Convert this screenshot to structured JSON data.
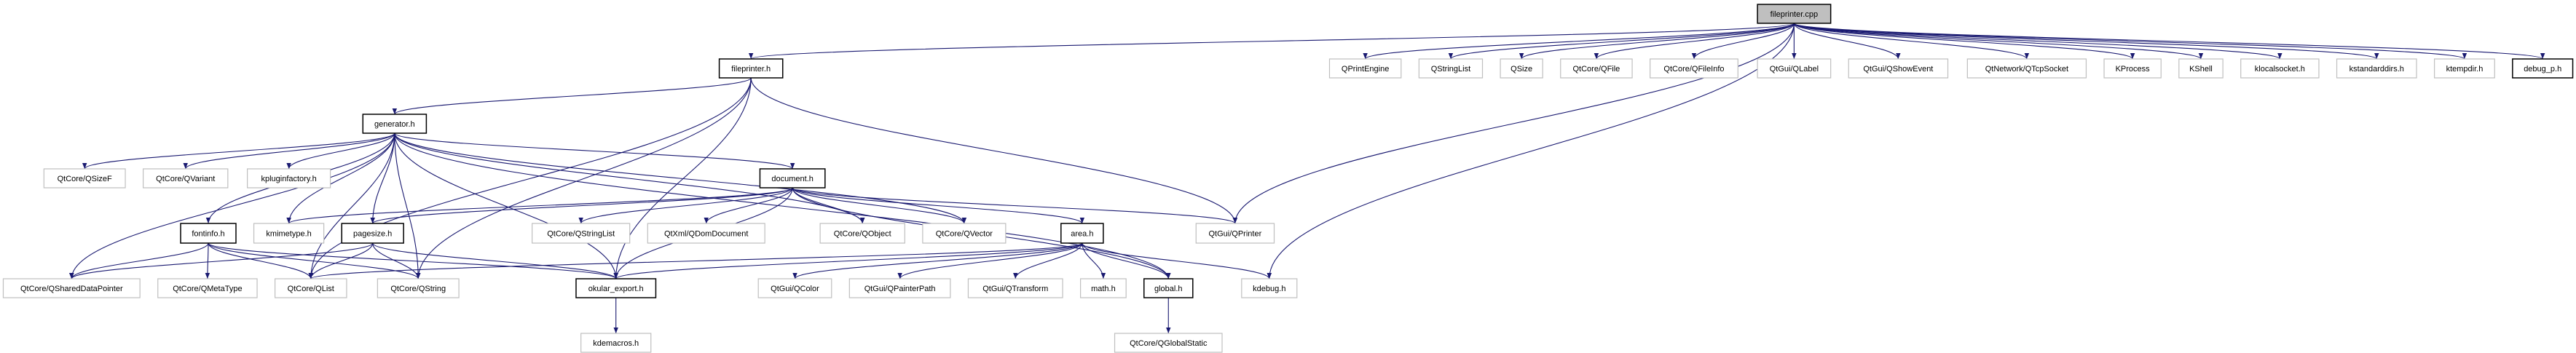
{
  "colors": {
    "edge": "#191970",
    "documented_border": "#000000",
    "external_border": "#bfbfbf",
    "root_fill": "#bfbfbf"
  },
  "nodes": [
    {
      "id": "fileprinter.cpp",
      "label": "fileprinter.cpp",
      "kind": "root"
    },
    {
      "id": "fileprinter.h",
      "label": "fileprinter.h",
      "kind": "documented"
    },
    {
      "id": "generator.h",
      "label": "generator.h",
      "kind": "documented"
    },
    {
      "id": "document.h",
      "label": "document.h",
      "kind": "documented"
    },
    {
      "id": "fontinfo.h",
      "label": "fontinfo.h",
      "kind": "documented"
    },
    {
      "id": "pagesize.h",
      "label": "pagesize.h",
      "kind": "documented"
    },
    {
      "id": "area.h",
      "label": "area.h",
      "kind": "documented"
    },
    {
      "id": "okular_export.h",
      "label": "okular_export.h",
      "kind": "documented"
    },
    {
      "id": "global.h",
      "label": "global.h",
      "kind": "documented"
    },
    {
      "id": "debug_p.h",
      "label": "debug_p.h",
      "kind": "documented"
    },
    {
      "id": "QtCore/QSizeF",
      "label": "QtCore/QSizeF",
      "kind": "external"
    },
    {
      "id": "QtCore/QVariant",
      "label": "QtCore/QVariant",
      "kind": "external"
    },
    {
      "id": "kpluginfactory.h",
      "label": "kpluginfactory.h",
      "kind": "external"
    },
    {
      "id": "kmimetype.h",
      "label": "kmimetype.h",
      "kind": "external"
    },
    {
      "id": "QtCore/QStringList",
      "label": "QtCore/QStringList",
      "kind": "external"
    },
    {
      "id": "QtXml/QDomDocument",
      "label": "QtXml/QDomDocument",
      "kind": "external"
    },
    {
      "id": "QtCore/QObject",
      "label": "QtCore/QObject",
      "kind": "external"
    },
    {
      "id": "QtCore/QVector",
      "label": "QtCore/QVector",
      "kind": "external"
    },
    {
      "id": "QtGui/QPrinter",
      "label": "QtGui/QPrinter",
      "kind": "external"
    },
    {
      "id": "QtCore/QSharedDataPointer",
      "label": "QtCore/QSharedDataPointer",
      "kind": "external"
    },
    {
      "id": "QtCore/QMetaType",
      "label": "QtCore/QMetaType",
      "kind": "external"
    },
    {
      "id": "QtCore/QList",
      "label": "QtCore/QList",
      "kind": "external"
    },
    {
      "id": "QtCore/QString",
      "label": "QtCore/QString",
      "kind": "external"
    },
    {
      "id": "QtGui/QColor",
      "label": "QtGui/QColor",
      "kind": "external"
    },
    {
      "id": "QtGui/QPainterPath",
      "label": "QtGui/QPainterPath",
      "kind": "external"
    },
    {
      "id": "QtGui/QTransform",
      "label": "QtGui/QTransform",
      "kind": "external"
    },
    {
      "id": "math.h",
      "label": "math.h",
      "kind": "external"
    },
    {
      "id": "kdebug.h",
      "label": "kdebug.h",
      "kind": "external"
    },
    {
      "id": "kdemacros.h",
      "label": "kdemacros.h",
      "kind": "external"
    },
    {
      "id": "QtCore/QGlobalStatic",
      "label": "QtCore/QGlobalStatic",
      "kind": "external"
    },
    {
      "id": "QPrintEngine",
      "label": "QPrintEngine",
      "kind": "external"
    },
    {
      "id": "QStringList",
      "label": "QStringList",
      "kind": "external"
    },
    {
      "id": "QSize",
      "label": "QSize",
      "kind": "external"
    },
    {
      "id": "QtCore/QFile",
      "label": "QtCore/QFile",
      "kind": "external"
    },
    {
      "id": "QtCore/QFileInfo",
      "label": "QtCore/QFileInfo",
      "kind": "external"
    },
    {
      "id": "QtGui/QLabel",
      "label": "QtGui/QLabel",
      "kind": "external"
    },
    {
      "id": "QtGui/QShowEvent",
      "label": "QtGui/QShowEvent",
      "kind": "external"
    },
    {
      "id": "QtNetwork/QTcpSocket",
      "label": "QtNetwork/QTcpSocket",
      "kind": "external"
    },
    {
      "id": "KProcess",
      "label": "KProcess",
      "kind": "external"
    },
    {
      "id": "KShell",
      "label": "KShell",
      "kind": "external"
    },
    {
      "id": "klocalsocket.h",
      "label": "klocalsocket.h",
      "kind": "external"
    },
    {
      "id": "kstandarddirs.h",
      "label": "kstandarddirs.h",
      "kind": "external"
    },
    {
      "id": "ktempdir.h",
      "label": "ktempdir.h",
      "kind": "external"
    }
  ],
  "edges": [
    [
      "fileprinter.cpp",
      "fileprinter.h"
    ],
    [
      "fileprinter.cpp",
      "QtGui/QPrinter"
    ],
    [
      "fileprinter.cpp",
      "kdebug.h"
    ],
    [
      "fileprinter.cpp",
      "QPrintEngine"
    ],
    [
      "fileprinter.cpp",
      "QStringList"
    ],
    [
      "fileprinter.cpp",
      "QSize"
    ],
    [
      "fileprinter.cpp",
      "QtCore/QFile"
    ],
    [
      "fileprinter.cpp",
      "QtCore/QFileInfo"
    ],
    [
      "fileprinter.cpp",
      "QtGui/QLabel"
    ],
    [
      "fileprinter.cpp",
      "QtGui/QShowEvent"
    ],
    [
      "fileprinter.cpp",
      "QtNetwork/QTcpSocket"
    ],
    [
      "fileprinter.cpp",
      "KProcess"
    ],
    [
      "fileprinter.cpp",
      "KShell"
    ],
    [
      "fileprinter.cpp",
      "klocalsocket.h"
    ],
    [
      "fileprinter.cpp",
      "kstandarddirs.h"
    ],
    [
      "fileprinter.cpp",
      "ktempdir.h"
    ],
    [
      "fileprinter.cpp",
      "debug_p.h"
    ],
    [
      "fileprinter.h",
      "generator.h"
    ],
    [
      "fileprinter.h",
      "QtCore/QList"
    ],
    [
      "fileprinter.h",
      "QtCore/QString"
    ],
    [
      "fileprinter.h",
      "QtGui/QPrinter"
    ],
    [
      "fileprinter.h",
      "okular_export.h"
    ],
    [
      "generator.h",
      "QtCore/QSizeF"
    ],
    [
      "generator.h",
      "QtCore/QVariant"
    ],
    [
      "generator.h",
      "kpluginfactory.h"
    ],
    [
      "generator.h",
      "kmimetype.h"
    ],
    [
      "generator.h",
      "pagesize.h"
    ],
    [
      "generator.h",
      "QtCore/QString"
    ],
    [
      "generator.h",
      "okular_export.h"
    ],
    [
      "generator.h",
      "document.h"
    ],
    [
      "generator.h",
      "fontinfo.h"
    ],
    [
      "generator.h",
      "QtCore/QSharedDataPointer"
    ],
    [
      "generator.h",
      "QtCore/QList"
    ],
    [
      "generator.h",
      "QtCore/QObject"
    ],
    [
      "generator.h",
      "QtCore/QVector"
    ],
    [
      "generator.h",
      "global.h"
    ],
    [
      "document.h",
      "kmimetype.h"
    ],
    [
      "document.h",
      "pagesize.h"
    ],
    [
      "document.h",
      "QtCore/QStringList"
    ],
    [
      "document.h",
      "QtXml/QDomDocument"
    ],
    [
      "document.h",
      "QtCore/QObject"
    ],
    [
      "document.h",
      "QtCore/QVector"
    ],
    [
      "document.h",
      "area.h"
    ],
    [
      "document.h",
      "QtGui/QPrinter"
    ],
    [
      "document.h",
      "global.h"
    ],
    [
      "document.h",
      "okular_export.h"
    ],
    [
      "fontinfo.h",
      "QtCore/QSharedDataPointer"
    ],
    [
      "fontinfo.h",
      "QtCore/QMetaType"
    ],
    [
      "fontinfo.h",
      "QtCore/QList"
    ],
    [
      "fontinfo.h",
      "QtCore/QString"
    ],
    [
      "fontinfo.h",
      "okular_export.h"
    ],
    [
      "pagesize.h",
      "QtCore/QSharedDataPointer"
    ],
    [
      "pagesize.h",
      "QtCore/QList"
    ],
    [
      "pagesize.h",
      "QtCore/QString"
    ],
    [
      "pagesize.h",
      "okular_export.h"
    ],
    [
      "area.h",
      "QtCore/QList"
    ],
    [
      "area.h",
      "okular_export.h"
    ],
    [
      "area.h",
      "QtGui/QColor"
    ],
    [
      "area.h",
      "QtGui/QPainterPath"
    ],
    [
      "area.h",
      "QtGui/QTransform"
    ],
    [
      "area.h",
      "math.h"
    ],
    [
      "area.h",
      "global.h"
    ],
    [
      "area.h",
      "kdebug.h"
    ],
    [
      "okular_export.h",
      "kdemacros.h"
    ],
    [
      "global.h",
      "QtCore/QGlobalStatic"
    ]
  ]
}
